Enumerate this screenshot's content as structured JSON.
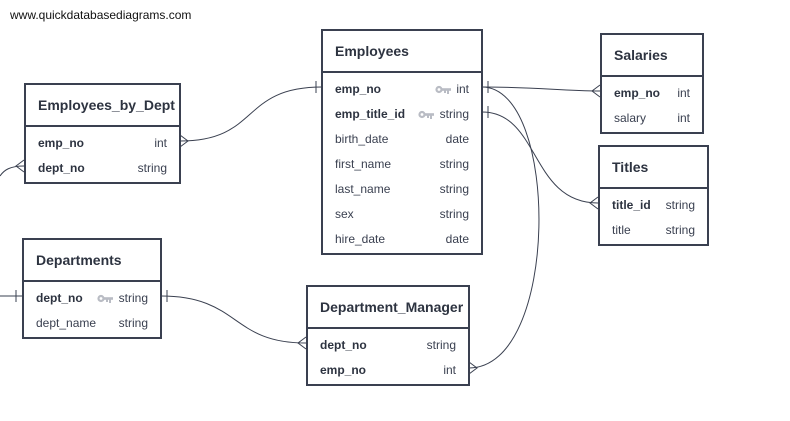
{
  "watermark": "www.quickdatabasediagrams.com",
  "icons": {
    "primary_key": "key-icon"
  },
  "colors": {
    "border": "#3a4050",
    "line": "#3a4050",
    "text": "#2d3340",
    "key": "#b9bcc4"
  },
  "tables": {
    "employees": {
      "title": "Employees",
      "fields": [
        {
          "name": "emp_no",
          "type": "int",
          "key": true
        },
        {
          "name": "emp_title_id",
          "type": "string",
          "key": true
        },
        {
          "name": "birth_date",
          "type": "date"
        },
        {
          "name": "first_name",
          "type": "string"
        },
        {
          "name": "last_name",
          "type": "string"
        },
        {
          "name": "sex",
          "type": "string"
        },
        {
          "name": "hire_date",
          "type": "date"
        }
      ]
    },
    "employees_by_dept": {
      "title": "Employees_by_Dept",
      "fields": [
        {
          "name": "emp_no",
          "type": "int"
        },
        {
          "name": "dept_no",
          "type": "string"
        }
      ]
    },
    "salaries": {
      "title": "Salaries",
      "fields": [
        {
          "name": "emp_no",
          "type": "int"
        },
        {
          "name": "salary",
          "type": "int"
        }
      ]
    },
    "titles": {
      "title": "Titles",
      "fields": [
        {
          "name": "title_id",
          "type": "string"
        },
        {
          "name": "title",
          "type": "string"
        }
      ]
    },
    "departments": {
      "title": "Departments",
      "fields": [
        {
          "name": "dept_no",
          "type": "string",
          "key": true
        },
        {
          "name": "dept_name",
          "type": "string"
        }
      ]
    },
    "department_manager": {
      "title": "Department_Manager",
      "fields": [
        {
          "name": "dept_no",
          "type": "string"
        },
        {
          "name": "emp_no",
          "type": "int"
        }
      ]
    }
  }
}
